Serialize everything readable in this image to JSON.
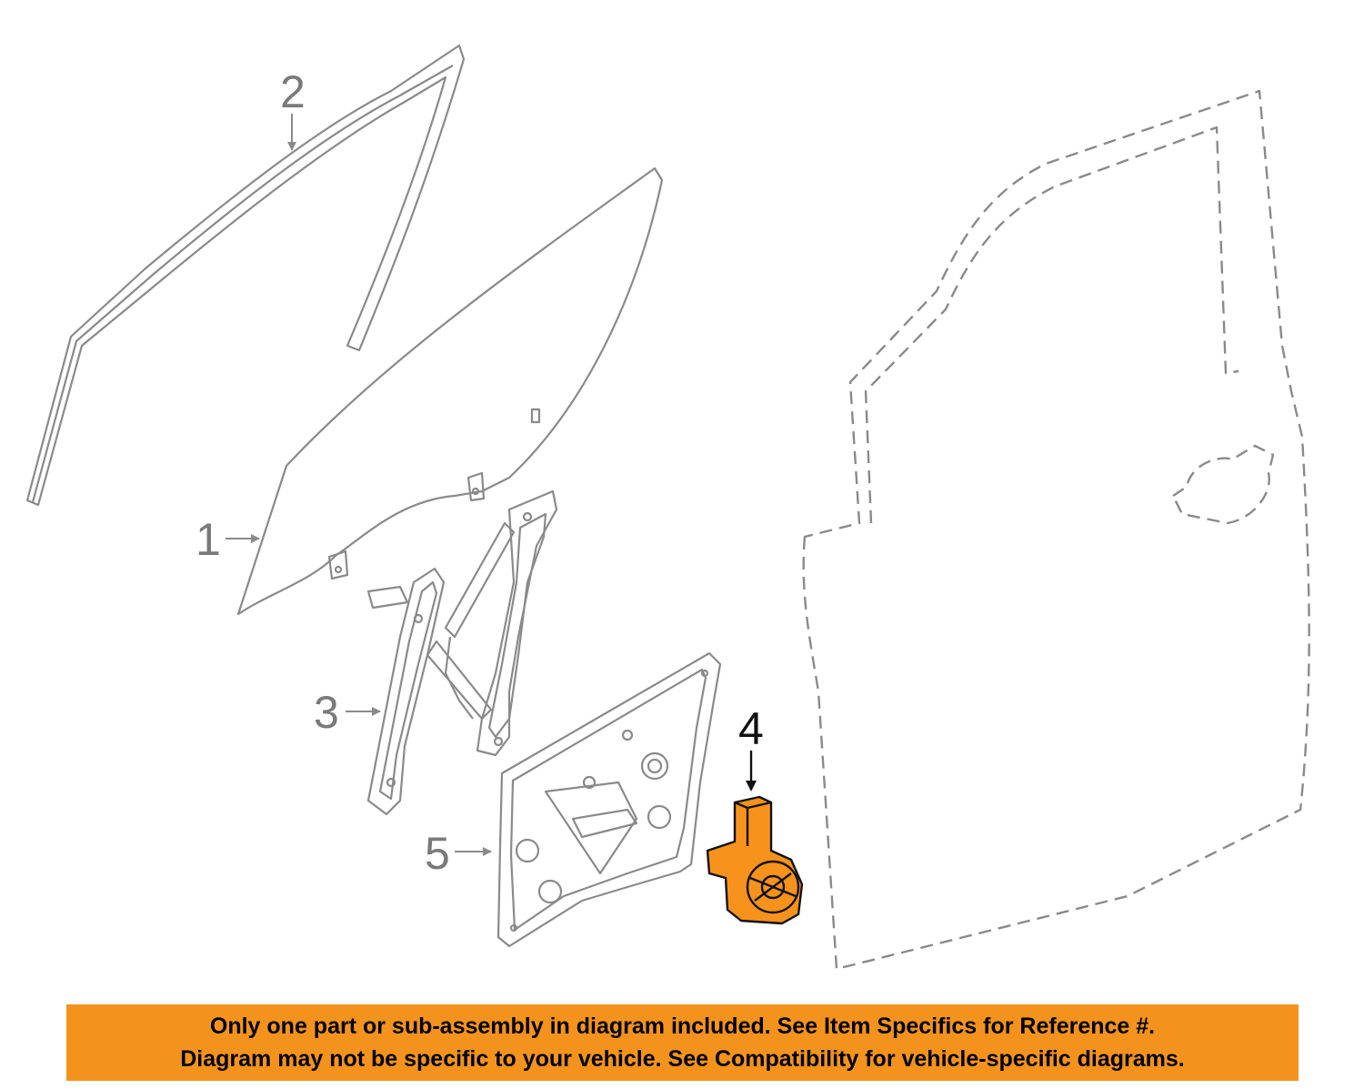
{
  "diagram": {
    "callouts": [
      {
        "id": "1",
        "label": "1",
        "highlighted": false
      },
      {
        "id": "2",
        "label": "2",
        "highlighted": false
      },
      {
        "id": "3",
        "label": "3",
        "highlighted": false
      },
      {
        "id": "4",
        "label": "4",
        "highlighted": true
      },
      {
        "id": "5",
        "label": "5",
        "highlighted": false
      }
    ],
    "parts": [
      {
        "callout": "1",
        "name": "door-glass"
      },
      {
        "callout": "2",
        "name": "glass-run-channel"
      },
      {
        "callout": "3",
        "name": "window-regulator"
      },
      {
        "callout": "4",
        "name": "regulator-motor"
      },
      {
        "callout": "5",
        "name": "module-panel"
      }
    ],
    "colors": {
      "line": "#8a8a8a",
      "callout_text": "#7a7a7a",
      "callout_highlight": "#111111",
      "highlight_fill": "#f7931d",
      "banner": "#f3931e"
    }
  },
  "banner": {
    "line1": "Only one part or sub-assembly in diagram included. See Item Specifics for Reference #.",
    "line2": "Diagram may not be specific to your vehicle. See Compatibility for vehicle-specific diagrams."
  }
}
